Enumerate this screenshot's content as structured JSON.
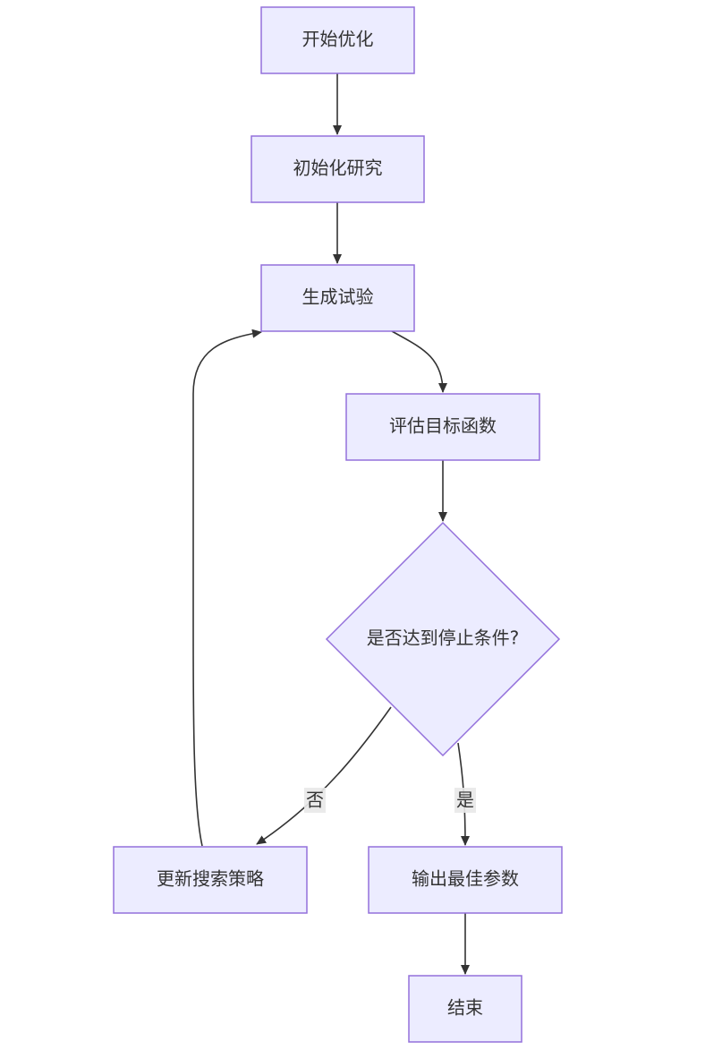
{
  "diagram": {
    "nodes": {
      "start": "开始优化",
      "init": "初始化研究",
      "gen": "生成试验",
      "eval": "评估目标函数",
      "decision": "是否达到停止条件?",
      "update": "更新搜索策略",
      "output": "输出最佳参数",
      "end": "结束"
    },
    "edge_labels": {
      "no": "否",
      "yes": "是"
    },
    "colors": {
      "node_fill": "#ECECFF",
      "node_stroke": "#9370DB",
      "edge": "#333333",
      "text": "#333333"
    }
  }
}
